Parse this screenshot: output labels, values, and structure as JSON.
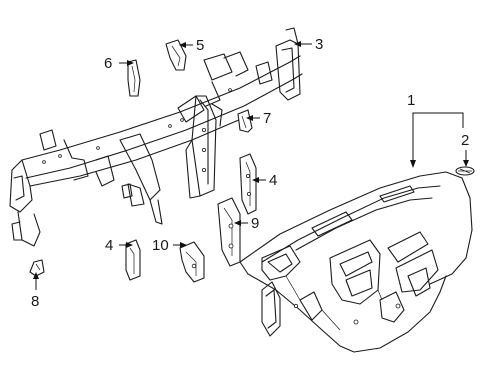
{
  "callouts": [
    {
      "id": "c1",
      "label": "1"
    },
    {
      "id": "c2",
      "label": "2"
    },
    {
      "id": "c3",
      "label": "3"
    },
    {
      "id": "c4a",
      "label": "4"
    },
    {
      "id": "c4b",
      "label": "4"
    },
    {
      "id": "c5",
      "label": "5"
    },
    {
      "id": "c6",
      "label": "6"
    },
    {
      "id": "c7",
      "label": "7"
    },
    {
      "id": "c8",
      "label": "8"
    },
    {
      "id": "c9",
      "label": "9"
    },
    {
      "id": "c10",
      "label": "10"
    }
  ]
}
